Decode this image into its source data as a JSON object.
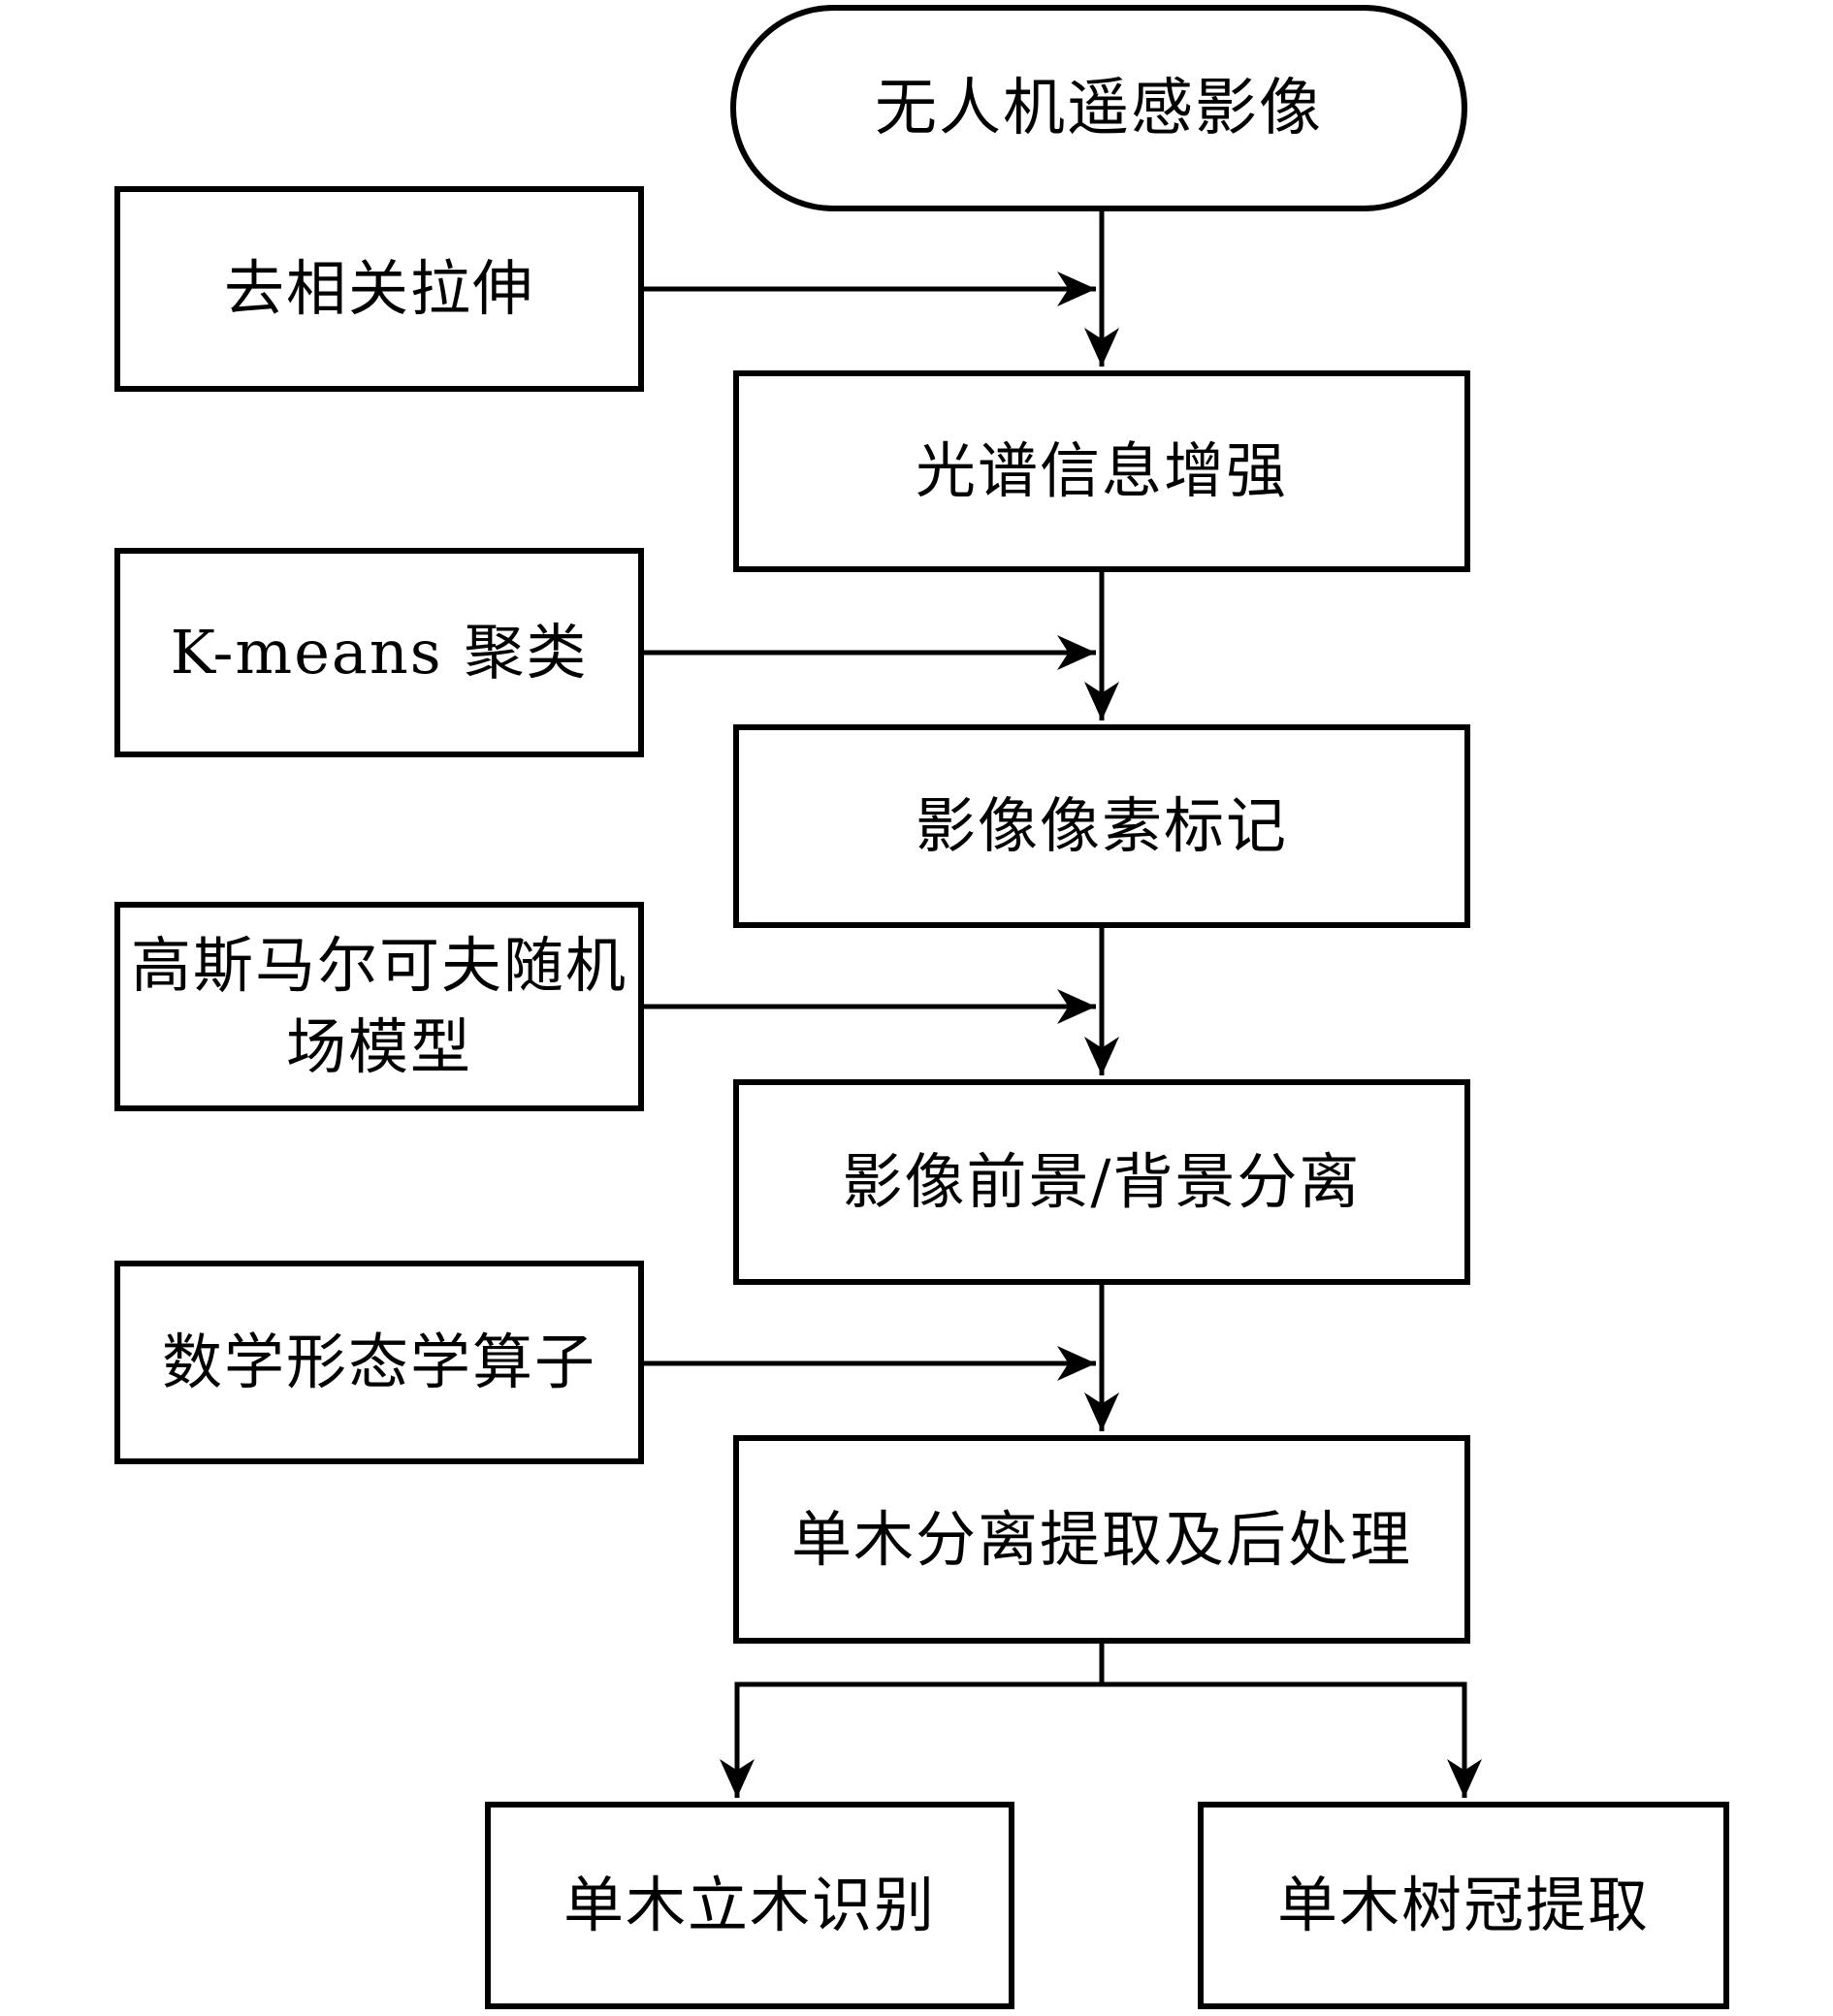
{
  "diagram": {
    "title": "UAV remote sensing individual tree extraction flowchart",
    "background_color": "#ffffff",
    "stroke_color": "#000000",
    "nodes": {
      "uav_image": {
        "label": "无人机遥感影像",
        "shape": "stadium"
      },
      "decorrelation_stretch": {
        "label": "去相关拉伸",
        "shape": "rect"
      },
      "spectral_enhancement": {
        "label": "光谱信息增强",
        "shape": "rect"
      },
      "kmeans": {
        "label": "K-means 聚类",
        "shape": "rect"
      },
      "pixel_labeling": {
        "label": "影像像素标记",
        "shape": "rect"
      },
      "gmrf": {
        "label": "高斯马尔可夫随机场模型",
        "lines": [
          "高斯马尔可夫随机",
          "场模型"
        ],
        "shape": "rect"
      },
      "fg_bg_separation": {
        "label": "影像前景/背景分离",
        "shape": "rect"
      },
      "morphology": {
        "label": "数学形态学算子",
        "shape": "rect"
      },
      "tree_separation": {
        "label": "单木分离提取及后处理",
        "shape": "rect"
      },
      "stem_recognition": {
        "label": "单木立木识别",
        "shape": "rect"
      },
      "crown_extraction": {
        "label": "单木树冠提取",
        "shape": "rect"
      }
    },
    "edges": [
      {
        "from": "uav_image",
        "to": "spectral_enhancement"
      },
      {
        "from": "decorrelation_stretch",
        "to": "spectral_enhancement"
      },
      {
        "from": "spectral_enhancement",
        "to": "pixel_labeling"
      },
      {
        "from": "kmeans",
        "to": "pixel_labeling"
      },
      {
        "from": "pixel_labeling",
        "to": "fg_bg_separation"
      },
      {
        "from": "gmrf",
        "to": "fg_bg_separation"
      },
      {
        "from": "fg_bg_separation",
        "to": "tree_separation"
      },
      {
        "from": "morphology",
        "to": "tree_separation"
      },
      {
        "from": "tree_separation",
        "to": "stem_recognition"
      },
      {
        "from": "tree_separation",
        "to": "crown_extraction"
      }
    ]
  }
}
